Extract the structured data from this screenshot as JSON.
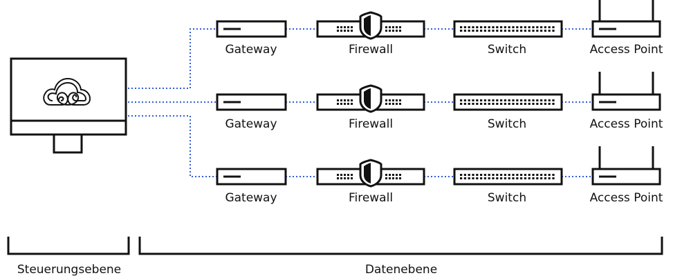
{
  "diagram": {
    "controller": {
      "icon": "cloud-icon"
    },
    "rows": [
      {
        "gateway": "Gateway",
        "firewall": "Firewall",
        "switch": "Switch",
        "access_point": "Access Point"
      },
      {
        "gateway": "Gateway",
        "firewall": "Firewall",
        "switch": "Switch",
        "access_point": "Access Point"
      },
      {
        "gateway": "Gateway",
        "firewall": "Firewall",
        "switch": "Switch",
        "access_point": "Access Point"
      }
    ],
    "planes": {
      "control": "Steuerungsebene",
      "data": "Datenebene"
    },
    "colors": {
      "link": "#2f5bd8",
      "stroke": "#111111"
    }
  }
}
